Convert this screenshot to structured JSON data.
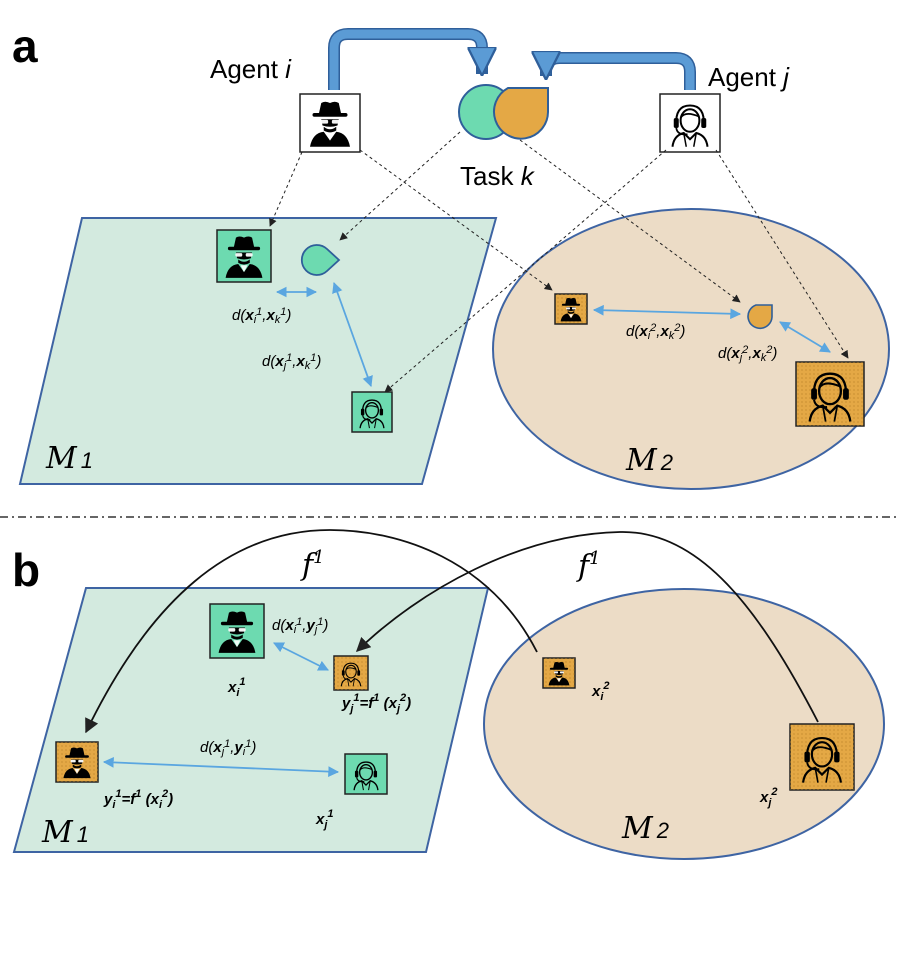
{
  "colors": {
    "green_fill": "#d3eadf",
    "tan_fill": "#ecdcc6",
    "space_border": "#3e64a3",
    "green_icon": "#6ddab0",
    "orange_icon": "#e4a845",
    "arrow_blue": "#5b9bd5",
    "distance_blue": "#5aa6e0"
  },
  "panel_a": {
    "letter": "a",
    "agent_i": {
      "prefix": "Agent ",
      "var": "i"
    },
    "agent_j": {
      "prefix": "Agent ",
      "var": "j"
    },
    "task": {
      "prefix": "Task ",
      "var": "k"
    },
    "icons": [
      "spy-icon",
      "headset-person-icon",
      "task-blend-icon"
    ],
    "distances": [
      {
        "id": "d_ik_1",
        "text": "d(xi1,xk1)"
      },
      {
        "id": "d_jk_1",
        "text": "d(xj1,xk1)"
      },
      {
        "id": "d_ik_2",
        "text": "d(xi2,xk2)"
      },
      {
        "id": "d_jk_2",
        "text": "d(xj2,xk2)"
      }
    ],
    "space1": {
      "symbol": "M",
      "subscript": "1"
    },
    "space2": {
      "symbol": "M",
      "subscript": "2"
    }
  },
  "panel_b": {
    "letter": "b",
    "mapping_left": {
      "symbol": "f",
      "sup": "1"
    },
    "mapping_right": {
      "symbol": "f",
      "sup": "1"
    },
    "labels": {
      "d_xi_yj": "d(xi1,yj1)",
      "xi1": "xi1",
      "yj1_map": "yj1=f1(xj2)",
      "d_xj_yi": "d(xj1,yi1)",
      "yi1_map": "yi1=f1(xi2)",
      "xj1": "xj1",
      "xi2": "xi2",
      "xj2": "xj2"
    },
    "space1": {
      "symbol": "M",
      "subscript": "1"
    },
    "space2": {
      "symbol": "M",
      "subscript": "2"
    }
  }
}
